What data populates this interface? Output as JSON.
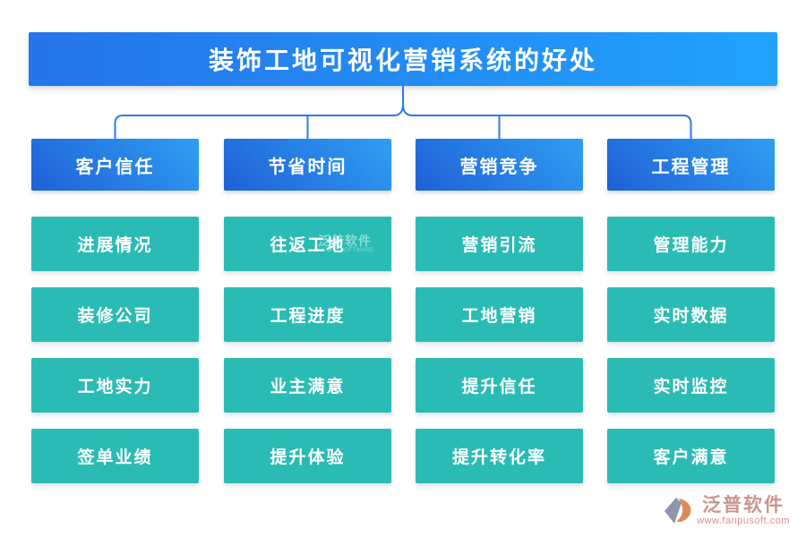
{
  "title": {
    "text": "装饰工地可视化营销系统的好处"
  },
  "columns": [
    {
      "header": "客户信任",
      "items": [
        "进展情况",
        "装修公司",
        "工地实力",
        "签单业绩"
      ]
    },
    {
      "header": "节省时间",
      "items": [
        "往返工地",
        "工程进度",
        "业主满意",
        "提升体验"
      ]
    },
    {
      "header": "营销竞争",
      "items": [
        "营销引流",
        "工地营销",
        "提升信任",
        "提升转化率"
      ]
    },
    {
      "header": "工程管理",
      "items": [
        "管理能力",
        "实时数据",
        "实时监控",
        "客户满意"
      ]
    }
  ],
  "watermark": {
    "text": "泛普软件",
    "subtext": "FANPU SOFTWARE"
  },
  "footer": {
    "brand": "泛普软件",
    "url": "www.fanpusoft.com"
  },
  "colors": {
    "title_left": "#2574e9",
    "title_right": "#21a2fd",
    "hdr_dark": "#1f60d6",
    "hdr_light": "#2f9ff2",
    "cell_teal": "#2abcb4",
    "connector": "#2d7ae8",
    "brand_text": "#c9968f",
    "brand_url": "#d98f8f"
  }
}
